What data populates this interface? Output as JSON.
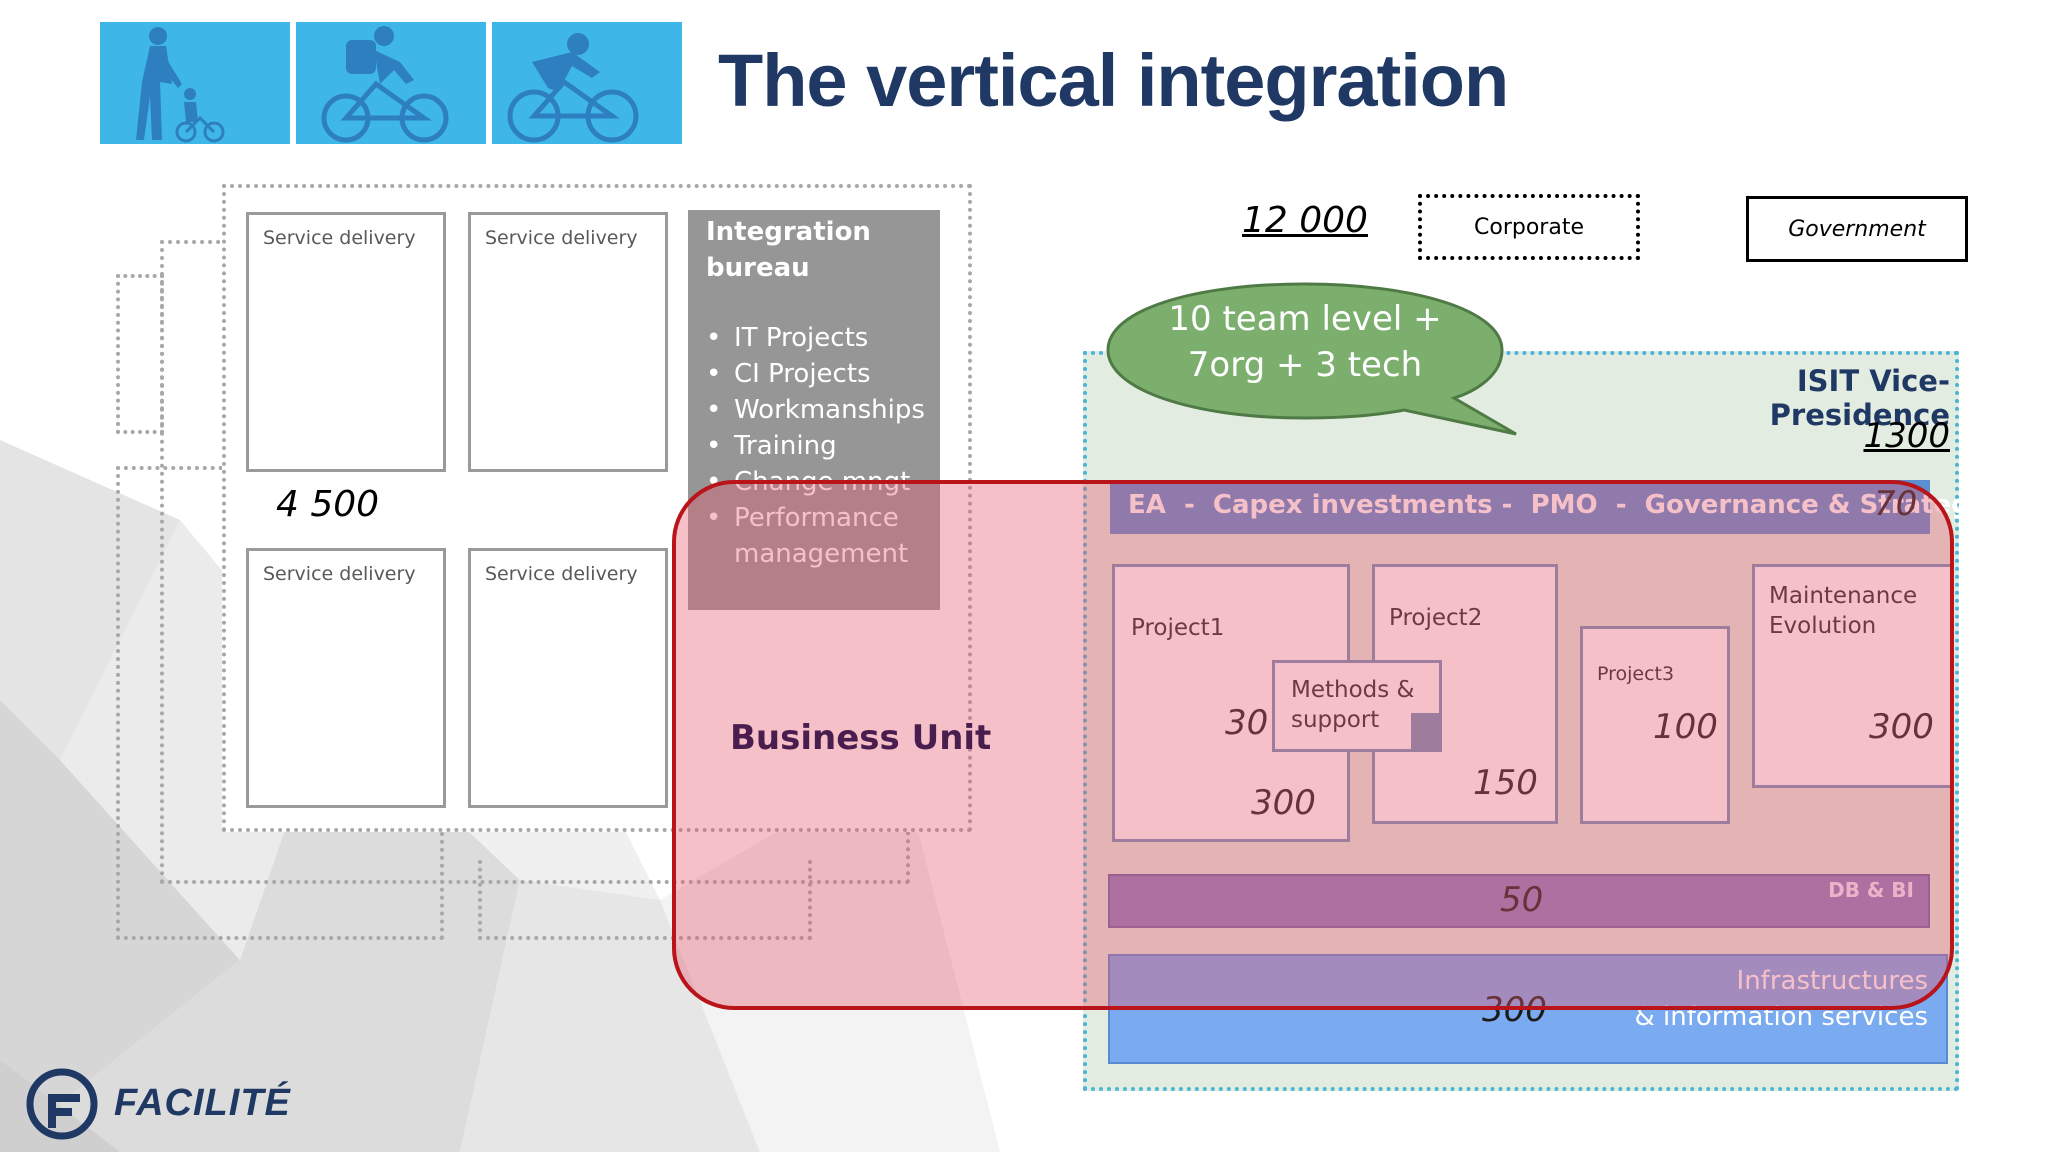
{
  "title": "The vertical integration",
  "header_photos": [
    "walking-child-icon",
    "cyclist-backpack-icon",
    "racing-cyclist-icon"
  ],
  "colors": {
    "title": "#1f3864",
    "photo_bg": "#3fb6e8",
    "bureau_bg": "#969696",
    "speech_bubble": "#7caf6e",
    "ea_bar": "#5b8fd1",
    "db_bar": "#8a7fbf",
    "infra_bar": "#7aaaef",
    "overlay_border": "#b81419"
  },
  "left": {
    "service_delivery_label": "Service delivery",
    "service_boxes": [
      "Service delivery",
      "Service delivery",
      "Service delivery",
      "Service delivery"
    ],
    "count": "4 500",
    "bureau": {
      "title_line1": "Integration",
      "title_line2": "bureau",
      "items": [
        "IT Projects",
        "CI Projects",
        "Workmanships",
        "Training",
        "Change mngt",
        "Performance",
        "management"
      ]
    },
    "business_unit": "Business Unit"
  },
  "right": {
    "total": "12 000",
    "corporate": "Corporate",
    "government": "Government",
    "speech_line1": "10 team level +",
    "speech_line2": "7org + 3 tech",
    "isit_title": "ISIT Vice-Presidence",
    "isit_count": "1300",
    "ea_bar": "EA  -  Capex investments -  PMO  -  Governance & Strategy",
    "ea_count": "70",
    "project1": "Project1",
    "project1_count_a": "30",
    "project1_count_b": "300",
    "methods_line1": "Methods &",
    "methods_line2": "support",
    "project2": "Project2",
    "project2_count": "150",
    "project3": "Project3",
    "project3_count": "100",
    "maintenance_line1": "Maintenance",
    "maintenance_line2": "Evolution",
    "maintenance_count": "300",
    "db_label": "DB & BI",
    "db_count": "50",
    "infra_line1": "Infrastructures",
    "infra_line2": "& information services",
    "infra_count": "300"
  },
  "logo": {
    "brand": "FACILITÉ"
  }
}
